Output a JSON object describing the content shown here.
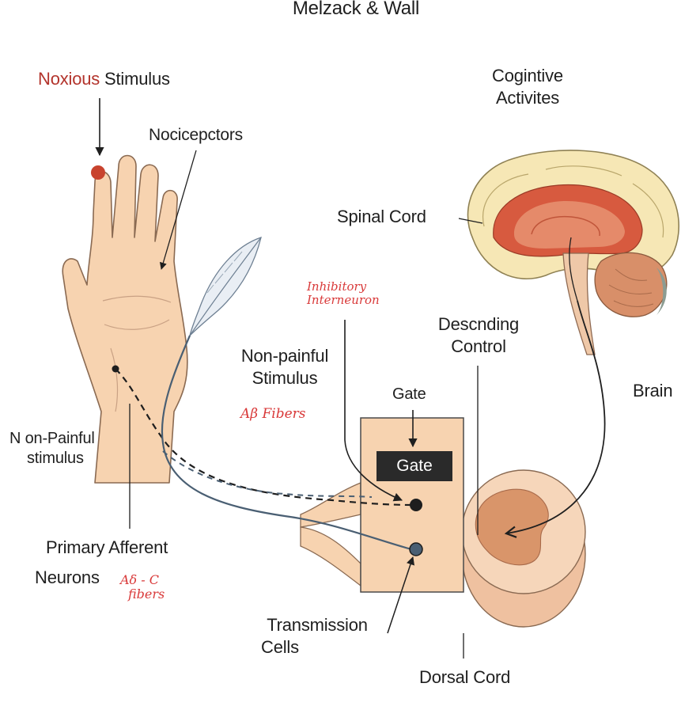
{
  "title": "Melzack & Wall",
  "labels": {
    "noxious_word": "Noxious",
    "stimulus_word": "Stimulus",
    "nociceptors": "Nocicepctors",
    "cognitive_line1": "Cogintive",
    "cognitive_line2": "Activites",
    "spinal_cord": "Spinal Cord",
    "descending_line1": "Descnding",
    "descending_line2": "Control",
    "brain": "Brain",
    "nonpainful_line1": "Non-painful",
    "nonpainful_line2": "Stimulus",
    "gate_top": "Gate",
    "gate_box": "Gate",
    "left_nonpainful_line1": "N on-Painful",
    "left_nonpainful_line2": "stimulus",
    "primary_line1": "Primary Afferent",
    "primary_line2": "Neurons",
    "transmission_line1": "Transmission",
    "transmission_line2": "Cells",
    "dorsal_cord": "Dorsal Cord"
  },
  "handwritten": {
    "inhibitory_line1": "Inhibitory",
    "inhibitory_line2": "Interneuron",
    "abeta": "Aβ Fibers",
    "adelta_line1": "Aδ - C",
    "adelta_line2": "fibers"
  },
  "colors": {
    "skin": "#f7d3b0",
    "skin_outline": "#8a6a52",
    "noxious_dot": "#c8432e",
    "brain_outer": "#f6e7b5",
    "brain_red": "#d75a3f",
    "cord_fill": "#f4cfae",
    "cord_inner": "#d9956a",
    "fiber_dark": "#1e1e1e",
    "fiber_blue": "#4a5f73"
  }
}
